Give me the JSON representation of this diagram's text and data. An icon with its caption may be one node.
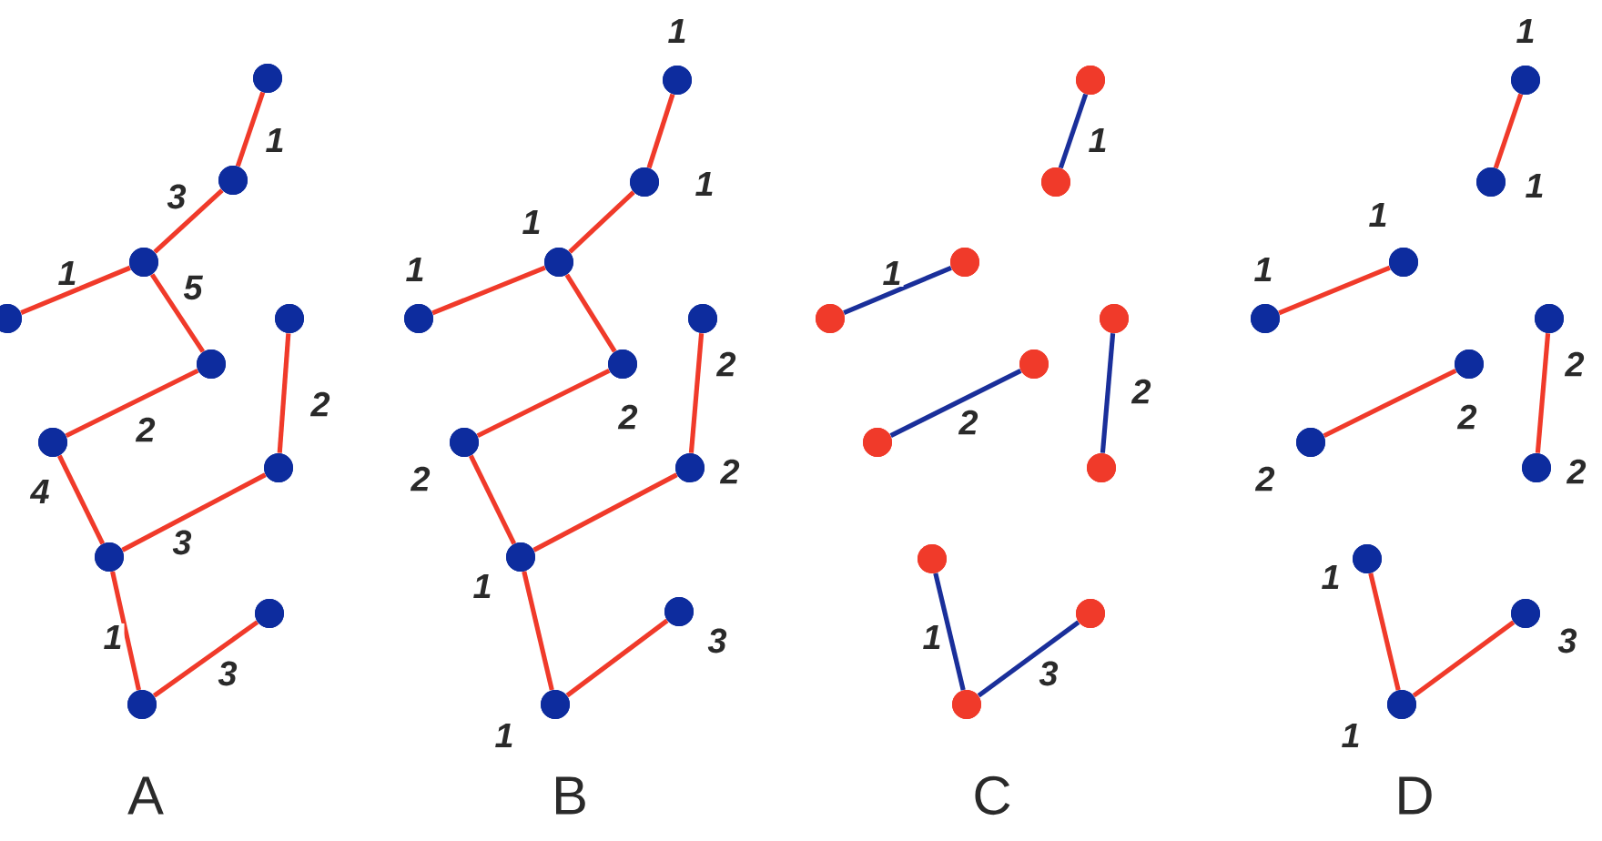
{
  "diagram": {
    "nodes": [
      {
        "text": [],
        "shape": "circle"
      },
      {
        "text": [],
        "shape": "circle"
      },
      {
        "text": [],
        "shape": "circle"
      },
      {
        "text": [],
        "shape": "circle"
      },
      {
        "text": [],
        "shape": "circle"
      },
      {
        "text": [],
        "shape": "circle"
      },
      {
        "text": [],
        "shape": "circle"
      },
      {
        "text": [],
        "shape": "circle"
      },
      {
        "text": [],
        "shape": "circle"
      },
      {
        "text": [],
        "shape": "circle"
      },
      {
        "text": [],
        "shape": "circle"
      },
      {
        "text": [],
        "shape": "circle",
        "beside": [
          "1"
        ]
      },
      {
        "text": [],
        "shape": "circle",
        "beside": [
          "1"
        ]
      },
      {
        "text": [],
        "shape": "circle",
        "beside": [
          "1"
        ]
      },
      {
        "text": [],
        "shape": "circle",
        "beside": [
          "1"
        ]
      },
      {
        "text": [],
        "shape": "circle",
        "beside": [
          "2"
        ]
      },
      {
        "text": [],
        "shape": "circle",
        "beside": [
          "2"
        ]
      },
      {
        "text": [],
        "shape": "circle",
        "beside": [
          "2"
        ]
      },
      {
        "text": [],
        "shape": "circle",
        "beside": [
          "2"
        ]
      },
      {
        "text": [],
        "shape": "circle",
        "beside": [
          "1"
        ]
      },
      {
        "text": [],
        "shape": "circle",
        "beside": [
          "3"
        ]
      },
      {
        "text": [],
        "shape": "circle",
        "beside": [
          "1"
        ]
      },
      {
        "text": [],
        "shape": "circle"
      },
      {
        "text": [],
        "shape": "circle"
      },
      {
        "text": [],
        "shape": "circle"
      },
      {
        "text": [],
        "shape": "circle"
      },
      {
        "text": [],
        "shape": "circle"
      },
      {
        "text": [],
        "shape": "circle"
      },
      {
        "text": [],
        "shape": "circle"
      },
      {
        "text": [],
        "shape": "circle"
      },
      {
        "text": [],
        "shape": "circle"
      },
      {
        "text": [],
        "shape": "circle"
      },
      {
        "text": [],
        "shape": "circle"
      },
      {
        "text": [],
        "shape": "circle",
        "beside": [
          "1"
        ]
      },
      {
        "text": [],
        "shape": "circle",
        "beside": [
          "1"
        ]
      },
      {
        "text": [],
        "shape": "circle",
        "beside": [
          "1"
        ]
      },
      {
        "text": [],
        "shape": "circle",
        "beside": [
          "1"
        ]
      },
      {
        "text": [],
        "shape": "circle",
        "beside": [
          "2"
        ]
      },
      {
        "text": [],
        "shape": "circle",
        "beside": [
          "2"
        ]
      },
      {
        "text": [],
        "shape": "circle",
        "beside": [
          "2"
        ]
      },
      {
        "text": [],
        "shape": "circle",
        "beside": [
          "2"
        ]
      },
      {
        "text": [],
        "shape": "circle",
        "beside": [
          "1"
        ]
      },
      {
        "text": [],
        "shape": "circle",
        "beside": [
          "3"
        ]
      },
      {
        "text": [],
        "shape": "circle",
        "beside": [
          "1"
        ]
      }
    ],
    "edges": [
      {
        "from": 0,
        "to": 1,
        "arrow": "none",
        "label": "1"
      },
      {
        "from": 1,
        "to": 2,
        "arrow": "none",
        "label": "3"
      },
      {
        "from": 2,
        "to": 3,
        "arrow": "none",
        "label": "1"
      },
      {
        "from": 2,
        "to": 4,
        "arrow": "none",
        "label": "5"
      },
      {
        "from": 4,
        "to": 6,
        "arrow": "none",
        "label": "2"
      },
      {
        "from": 5,
        "to": 7,
        "arrow": "none",
        "label": "2"
      },
      {
        "from": 6,
        "to": 8,
        "arrow": "none",
        "label": "4"
      },
      {
        "from": 7,
        "to": 8,
        "arrow": "none",
        "label": "3"
      },
      {
        "from": 8,
        "to": 10,
        "arrow": "none",
        "label": "1"
      },
      {
        "from": 10,
        "to": 9,
        "arrow": "none",
        "label": "3"
      },
      {
        "from": 11,
        "to": 12,
        "arrow": "none"
      },
      {
        "from": 12,
        "to": 13,
        "arrow": "none"
      },
      {
        "from": 13,
        "to": 14,
        "arrow": "none"
      },
      {
        "from": 13,
        "to": 15,
        "arrow": "none"
      },
      {
        "from": 15,
        "to": 17,
        "arrow": "none"
      },
      {
        "from": 16,
        "to": 18,
        "arrow": "none"
      },
      {
        "from": 17,
        "to": 19,
        "arrow": "none"
      },
      {
        "from": 18,
        "to": 19,
        "arrow": "none"
      },
      {
        "from": 19,
        "to": 21,
        "arrow": "none"
      },
      {
        "from": 21,
        "to": 20,
        "arrow": "none"
      },
      {
        "from": 22,
        "to": 23,
        "arrow": "none",
        "label": "1",
        "color": "#1a2f9a"
      },
      {
        "from": 24,
        "to": 25,
        "arrow": "none",
        "label": "1",
        "color": "#1a2f9a"
      },
      {
        "from": 26,
        "to": 28,
        "arrow": "none",
        "label": "2",
        "color": "#1a2f9a"
      },
      {
        "from": 27,
        "to": 29,
        "arrow": "none",
        "label": "2",
        "color": "#1a2f9a"
      },
      {
        "from": 30,
        "to": 32,
        "arrow": "none",
        "label": "1",
        "color": "#1a2f9a"
      },
      {
        "from": 32,
        "to": 31,
        "arrow": "none",
        "label": "3",
        "color": "#1a2f9a"
      },
      {
        "from": 33,
        "to": 34,
        "arrow": "none"
      },
      {
        "from": 35,
        "to": 36,
        "arrow": "none"
      },
      {
        "from": 37,
        "to": 39,
        "arrow": "none"
      },
      {
        "from": 38,
        "to": 40,
        "arrow": "none"
      },
      {
        "from": 41,
        "to": 43,
        "arrow": "none"
      },
      {
        "from": 43,
        "to": 42,
        "arrow": "none"
      }
    ],
    "labels": [
      "A",
      "B",
      "C",
      "D"
    ]
  }
}
